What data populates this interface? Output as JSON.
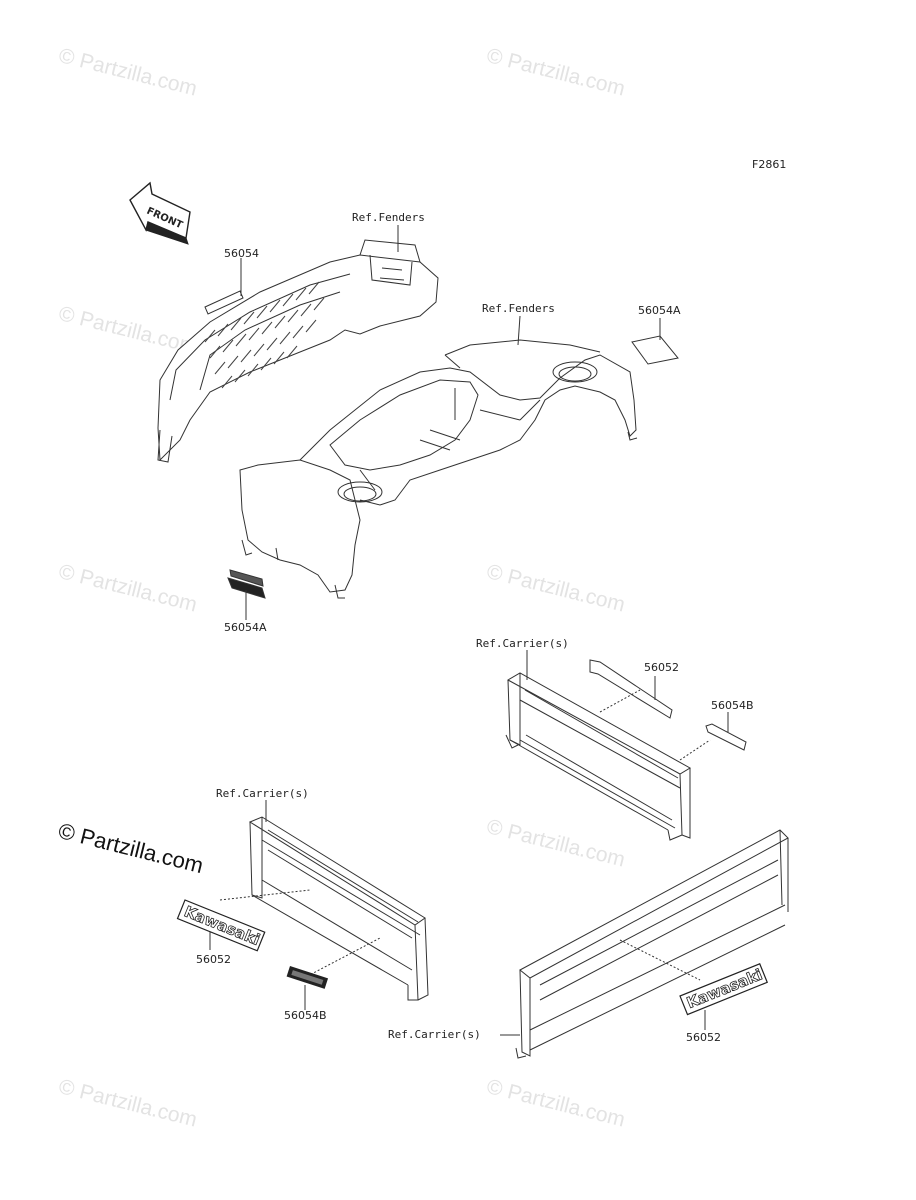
{
  "figure_code": "F2861",
  "front_arrow_text": "FRONT",
  "watermark": "© Partzilla.com",
  "labels": {
    "ref_fenders_1": "Ref.Fenders",
    "ref_fenders_2": "Ref.Fenders",
    "ref_carrier_1": "Ref.Carrier(s)",
    "ref_carrier_2": "Ref.Carrier(s)",
    "ref_carrier_3": "Ref.Carrier(s)",
    "part_56054": "56054",
    "part_56054A_top": "56054A",
    "part_56054A_bottom": "56054A",
    "part_56052_top": "56052",
    "part_56054B_top": "56054B",
    "part_56052_left": "56052",
    "part_56054B_bottom": "56054B",
    "part_56052_right": "56052"
  },
  "decals": {
    "kawasaki_text": "Kawasaki"
  }
}
